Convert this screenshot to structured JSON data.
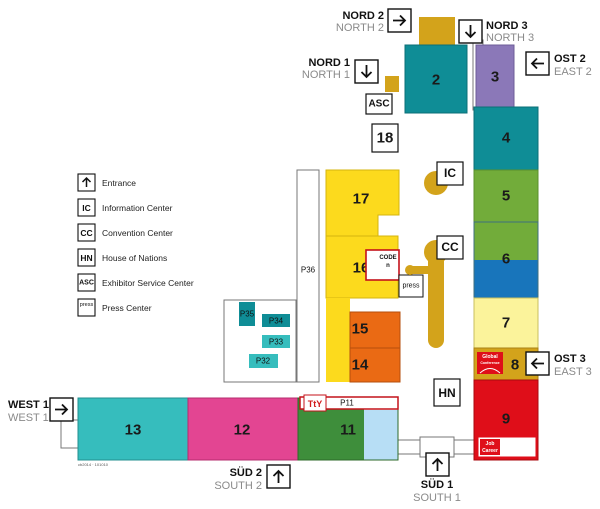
{
  "halls": {
    "h2": "2",
    "h3": "3",
    "h4": "4",
    "h5": "5",
    "h6": "6",
    "h7": "7",
    "h8": "8",
    "h9": "9",
    "h11": "11",
    "h12": "12",
    "h13": "13",
    "h14": "14",
    "h15": "15",
    "h16": "16",
    "h17": "17",
    "h18": "18"
  },
  "facilities": {
    "asc": "ASC",
    "ic": "IC",
    "cc": "CC",
    "hn": "HN",
    "press": "press",
    "p11": "P11",
    "p32": "P32",
    "p33": "P33",
    "p34": "P34",
    "p35": "P35",
    "p36": "P36",
    "code_top": "CODE",
    "code_bottom": "n",
    "global_top": "Global",
    "global_bottom": "Conference",
    "job_top": "Job",
    "job_bottom": "Career",
    "tty": "TtY",
    "credit": "cb2014 · 101010"
  },
  "entrances": {
    "nord2": {
      "main": "NORD 2",
      "sub": "NORTH 2"
    },
    "nord3": {
      "main": "NORD 3",
      "sub": "NORTH 3"
    },
    "nord1": {
      "main": "NORD 1",
      "sub": "NORTH 1"
    },
    "ost2": {
      "main": "OST 2",
      "sub": "EAST 2"
    },
    "ost3": {
      "main": "OST 3",
      "sub": "EAST 3"
    },
    "west1": {
      "main": "WEST 1",
      "sub": "WEST 1"
    },
    "sued2": {
      "main": "SÜD 2",
      "sub": "SOUTH 2"
    },
    "sued1": {
      "main": "SÜD 1",
      "sub": "SOUTH 1"
    }
  },
  "legend": {
    "entrance": "Entrance",
    "ic_key": "IC",
    "ic": "Information Center",
    "cc_key": "CC",
    "cc": "Convention Center",
    "hn_key": "HN",
    "hn": "House of Nations",
    "asc_key": "ASC",
    "asc": "Exhibitor Service Center",
    "press_key": "press",
    "press": "Press Center"
  },
  "colors": {
    "teal": "#0f8d96",
    "purple": "#8b78b8",
    "green": "#72ac3a",
    "blue": "#1875bb",
    "lightyellow": "#fbf39b",
    "yellow": "#fcda1d",
    "orange": "#ea6a14",
    "gold": "#d3a31b",
    "red": "#df0e19",
    "pink": "#e34592",
    "cyan": "#36bdbd",
    "darkgreen": "#3e8e3b",
    "lightblue": "#b7def5",
    "grey": "#999999"
  }
}
